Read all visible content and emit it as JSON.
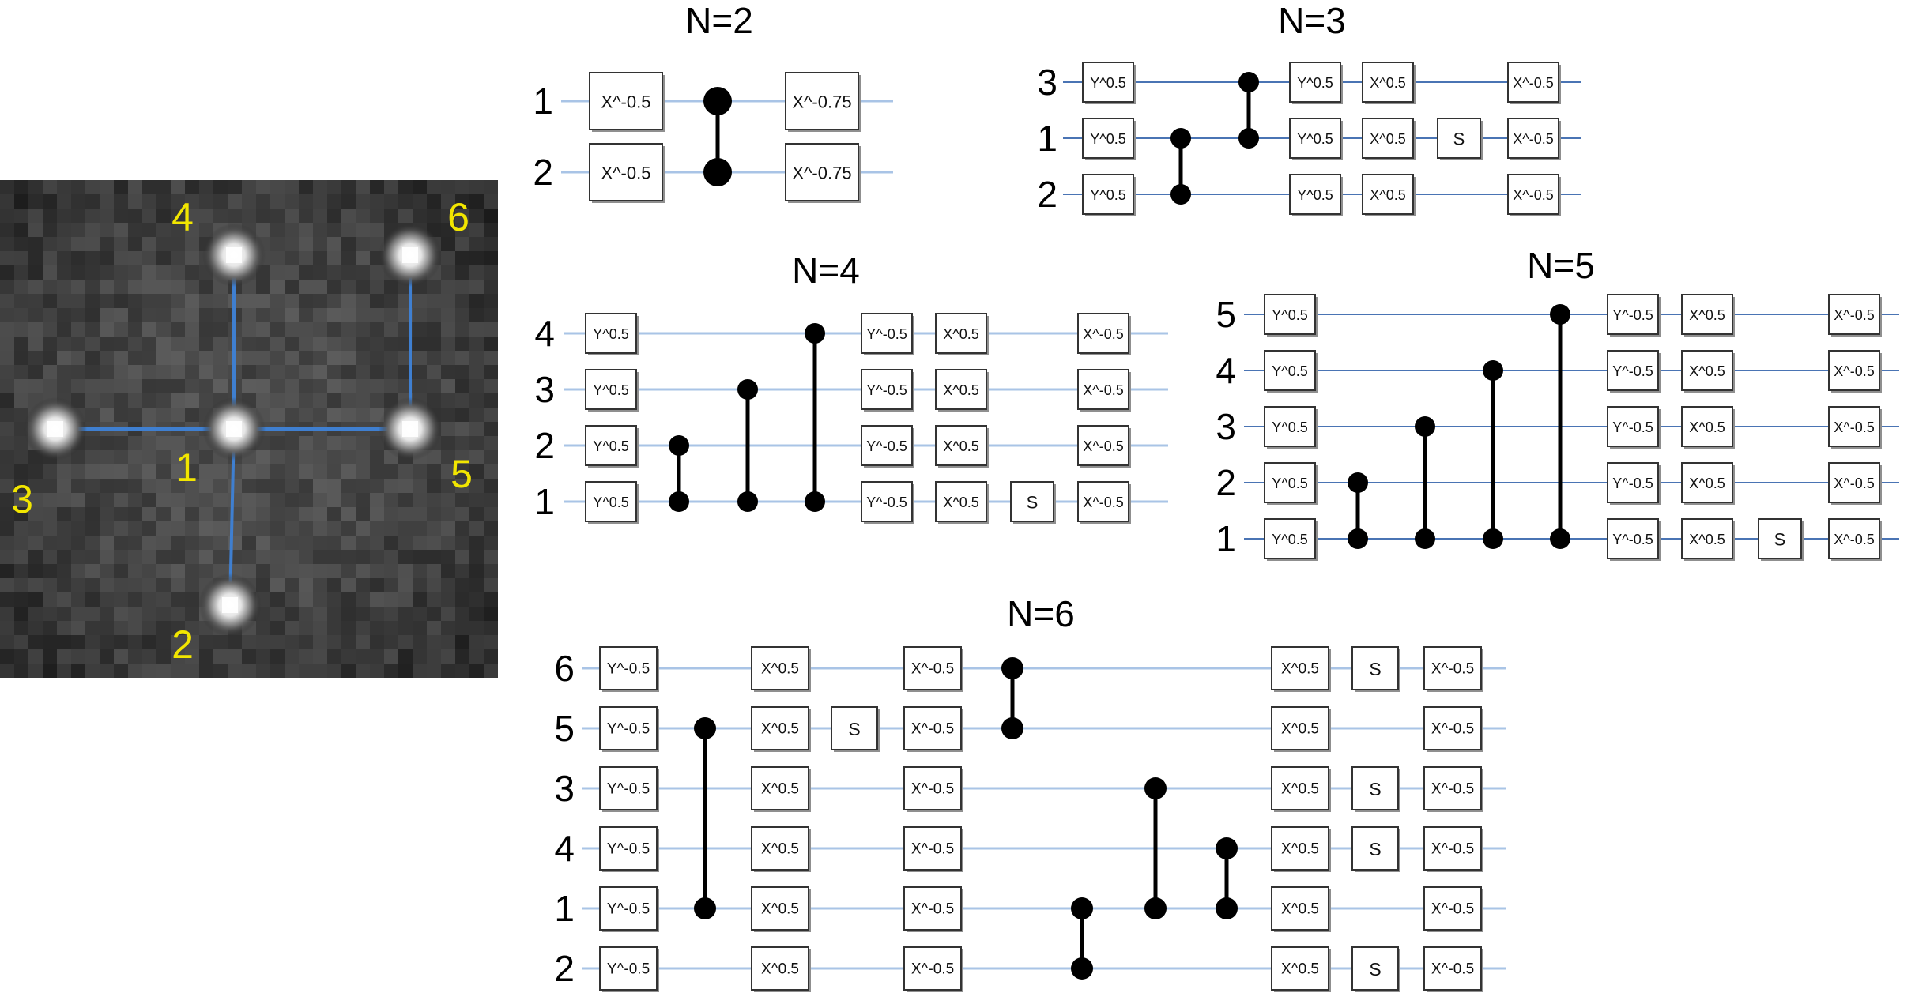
{
  "lattice": {
    "labels": [
      "1",
      "2",
      "3",
      "4",
      "5",
      "6"
    ],
    "links": [
      [
        "1",
        "2"
      ],
      [
        "1",
        "3"
      ],
      [
        "1",
        "4"
      ],
      [
        "1",
        "5"
      ],
      [
        "5",
        "6"
      ]
    ],
    "link_color": "#3f7fd0",
    "label_color": "#f2e600"
  },
  "circuits": [
    {
      "title": "N=2",
      "style": "light",
      "qubits": [
        "1",
        "2"
      ],
      "gates": [
        {
          "col": 0,
          "row": 0,
          "label": "X^-0.5"
        },
        {
          "col": 0,
          "row": 1,
          "label": "X^-0.5"
        },
        {
          "col": 2,
          "row": 0,
          "label": "X^-0.75"
        },
        {
          "col": 2,
          "row": 1,
          "label": "X^-0.75"
        }
      ],
      "controls": [
        {
          "col": 1,
          "rows": [
            0,
            1
          ]
        }
      ]
    },
    {
      "title": "N=3",
      "style": "dark",
      "qubits": [
        "3",
        "1",
        "2"
      ],
      "gates": [
        {
          "col": 0,
          "row": 0,
          "label": "Y^0.5"
        },
        {
          "col": 0,
          "row": 1,
          "label": "Y^0.5"
        },
        {
          "col": 0,
          "row": 2,
          "label": "Y^0.5"
        },
        {
          "col": 3,
          "row": 0,
          "label": "Y^0.5"
        },
        {
          "col": 3,
          "row": 1,
          "label": "Y^0.5"
        },
        {
          "col": 3,
          "row": 2,
          "label": "Y^0.5"
        },
        {
          "col": 4,
          "row": 0,
          "label": "X^0.5"
        },
        {
          "col": 4,
          "row": 1,
          "label": "X^0.5"
        },
        {
          "col": 4,
          "row": 2,
          "label": "X^0.5"
        },
        {
          "col": 5,
          "row": 1,
          "label": "S"
        },
        {
          "col": 6,
          "row": 0,
          "label": "X^-0.5"
        },
        {
          "col": 6,
          "row": 1,
          "label": "X^-0.5"
        },
        {
          "col": 6,
          "row": 2,
          "label": "X^-0.5"
        }
      ],
      "controls": [
        {
          "col": 1,
          "rows": [
            1,
            2
          ]
        },
        {
          "col": 2,
          "rows": [
            0,
            1
          ]
        }
      ]
    },
    {
      "title": "N=4",
      "style": "light",
      "qubits": [
        "4",
        "3",
        "2",
        "1"
      ],
      "gates": [
        {
          "col": 0,
          "row": 0,
          "label": "Y^0.5"
        },
        {
          "col": 0,
          "row": 1,
          "label": "Y^0.5"
        },
        {
          "col": 0,
          "row": 2,
          "label": "Y^0.5"
        },
        {
          "col": 0,
          "row": 3,
          "label": "Y^0.5"
        },
        {
          "col": 4,
          "row": 0,
          "label": "Y^-0.5"
        },
        {
          "col": 4,
          "row": 1,
          "label": "Y^-0.5"
        },
        {
          "col": 4,
          "row": 2,
          "label": "Y^-0.5"
        },
        {
          "col": 4,
          "row": 3,
          "label": "Y^-0.5"
        },
        {
          "col": 5,
          "row": 0,
          "label": "X^0.5"
        },
        {
          "col": 5,
          "row": 1,
          "label": "X^0.5"
        },
        {
          "col": 5,
          "row": 2,
          "label": "X^0.5"
        },
        {
          "col": 5,
          "row": 3,
          "label": "X^0.5"
        },
        {
          "col": 6,
          "row": 3,
          "label": "S"
        },
        {
          "col": 7,
          "row": 0,
          "label": "X^-0.5"
        },
        {
          "col": 7,
          "row": 1,
          "label": "X^-0.5"
        },
        {
          "col": 7,
          "row": 2,
          "label": "X^-0.5"
        },
        {
          "col": 7,
          "row": 3,
          "label": "X^-0.5"
        }
      ],
      "controls": [
        {
          "col": 1,
          "rows": [
            2,
            3
          ]
        },
        {
          "col": 2,
          "rows": [
            1,
            3
          ]
        },
        {
          "col": 3,
          "rows": [
            0,
            3
          ]
        }
      ]
    },
    {
      "title": "N=5",
      "style": "dark",
      "qubits": [
        "5",
        "4",
        "3",
        "2",
        "1"
      ],
      "gates": [
        {
          "col": 0,
          "row": 0,
          "label": "Y^0.5"
        },
        {
          "col": 0,
          "row": 1,
          "label": "Y^0.5"
        },
        {
          "col": 0,
          "row": 2,
          "label": "Y^0.5"
        },
        {
          "col": 0,
          "row": 3,
          "label": "Y^0.5"
        },
        {
          "col": 0,
          "row": 4,
          "label": "Y^0.5"
        },
        {
          "col": 5,
          "row": 0,
          "label": "Y^-0.5"
        },
        {
          "col": 5,
          "row": 1,
          "label": "Y^-0.5"
        },
        {
          "col": 5,
          "row": 2,
          "label": "Y^-0.5"
        },
        {
          "col": 5,
          "row": 3,
          "label": "Y^-0.5"
        },
        {
          "col": 5,
          "row": 4,
          "label": "Y^-0.5"
        },
        {
          "col": 6,
          "row": 0,
          "label": "X^0.5"
        },
        {
          "col": 6,
          "row": 1,
          "label": "X^0.5"
        },
        {
          "col": 6,
          "row": 2,
          "label": "X^0.5"
        },
        {
          "col": 6,
          "row": 3,
          "label": "X^0.5"
        },
        {
          "col": 6,
          "row": 4,
          "label": "X^0.5"
        },
        {
          "col": 7,
          "row": 4,
          "label": "S"
        },
        {
          "col": 8,
          "row": 0,
          "label": "X^-0.5"
        },
        {
          "col": 8,
          "row": 1,
          "label": "X^-0.5"
        },
        {
          "col": 8,
          "row": 2,
          "label": "X^-0.5"
        },
        {
          "col": 8,
          "row": 3,
          "label": "X^-0.5"
        },
        {
          "col": 8,
          "row": 4,
          "label": "X^-0.5"
        }
      ],
      "controls": [
        {
          "col": 1,
          "rows": [
            3,
            4
          ]
        },
        {
          "col": 2,
          "rows": [
            2,
            4
          ]
        },
        {
          "col": 3,
          "rows": [
            1,
            4
          ]
        },
        {
          "col": 4,
          "rows": [
            0,
            4
          ]
        }
      ]
    },
    {
      "title": "N=6",
      "style": "light",
      "qubits": [
        "6",
        "5",
        "3",
        "4",
        "1",
        "2"
      ],
      "gates": [
        {
          "col": 0,
          "row": 0,
          "label": "Y^-0.5"
        },
        {
          "col": 0,
          "row": 1,
          "label": "Y^-0.5"
        },
        {
          "col": 0,
          "row": 2,
          "label": "Y^-0.5"
        },
        {
          "col": 0,
          "row": 3,
          "label": "Y^-0.5"
        },
        {
          "col": 0,
          "row": 4,
          "label": "Y^-0.5"
        },
        {
          "col": 0,
          "row": 5,
          "label": "Y^-0.5"
        },
        {
          "col": 2,
          "row": 0,
          "label": "X^0.5"
        },
        {
          "col": 2,
          "row": 1,
          "label": "X^0.5"
        },
        {
          "col": 2,
          "row": 2,
          "label": "X^0.5"
        },
        {
          "col": 2,
          "row": 3,
          "label": "X^0.5"
        },
        {
          "col": 2,
          "row": 4,
          "label": "X^0.5"
        },
        {
          "col": 2,
          "row": 5,
          "label": "X^0.5"
        },
        {
          "col": 3,
          "row": 1,
          "label": "S"
        },
        {
          "col": 4,
          "row": 0,
          "label": "X^-0.5"
        },
        {
          "col": 4,
          "row": 1,
          "label": "X^-0.5"
        },
        {
          "col": 4,
          "row": 2,
          "label": "X^-0.5"
        },
        {
          "col": 4,
          "row": 3,
          "label": "X^-0.5"
        },
        {
          "col": 4,
          "row": 4,
          "label": "X^-0.5"
        },
        {
          "col": 4,
          "row": 5,
          "label": "X^-0.5"
        },
        {
          "col": 9,
          "row": 0,
          "label": "X^0.5"
        },
        {
          "col": 9,
          "row": 1,
          "label": "X^0.5"
        },
        {
          "col": 9,
          "row": 2,
          "label": "X^0.5"
        },
        {
          "col": 9,
          "row": 3,
          "label": "X^0.5"
        },
        {
          "col": 9,
          "row": 4,
          "label": "X^0.5"
        },
        {
          "col": 9,
          "row": 5,
          "label": "X^0.5"
        },
        {
          "col": 10,
          "row": 0,
          "label": "S"
        },
        {
          "col": 10,
          "row": 2,
          "label": "S"
        },
        {
          "col": 10,
          "row": 3,
          "label": "S"
        },
        {
          "col": 10,
          "row": 5,
          "label": "S"
        },
        {
          "col": 11,
          "row": 0,
          "label": "X^-0.5"
        },
        {
          "col": 11,
          "row": 1,
          "label": "X^-0.5"
        },
        {
          "col": 11,
          "row": 2,
          "label": "X^-0.5"
        },
        {
          "col": 11,
          "row": 3,
          "label": "X^-0.5"
        },
        {
          "col": 11,
          "row": 4,
          "label": "X^-0.5"
        },
        {
          "col": 11,
          "row": 5,
          "label": "X^-0.5"
        }
      ],
      "controls": [
        {
          "col": 1,
          "rows": [
            1,
            4
          ]
        },
        {
          "col": 5,
          "rows": [
            0,
            1
          ]
        },
        {
          "col": 6,
          "rows": [
            4,
            5
          ]
        },
        {
          "col": 7,
          "rows": [
            2,
            4
          ]
        },
        {
          "col": 8,
          "rows": [
            3,
            4
          ]
        }
      ]
    }
  ]
}
